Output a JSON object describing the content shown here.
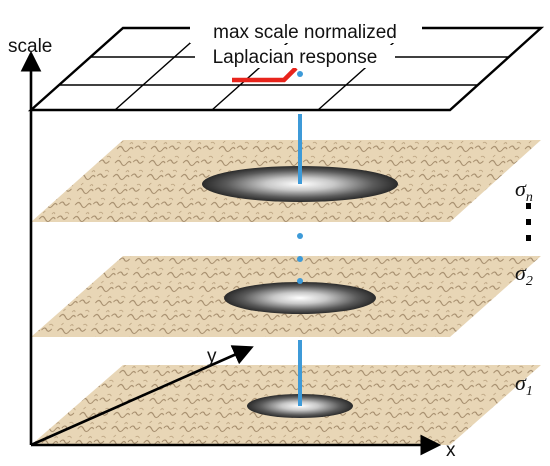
{
  "axes": {
    "scale_label": "scale",
    "x_label": "x",
    "y_label": "y"
  },
  "top_plane": {
    "annotation_line1": "max scale normalized",
    "annotation_line2": "Laplacian response",
    "highlight_color": "#e8241c"
  },
  "layers": [
    {
      "symbol": "σ",
      "subscript": "n"
    },
    {
      "symbol": "σ",
      "subscript": "2"
    },
    {
      "symbol": "σ",
      "subscript": "1"
    }
  ],
  "colors": {
    "connector": "#3d9ad8",
    "paper": "#e6d2b0",
    "ink": "#6e5436"
  }
}
